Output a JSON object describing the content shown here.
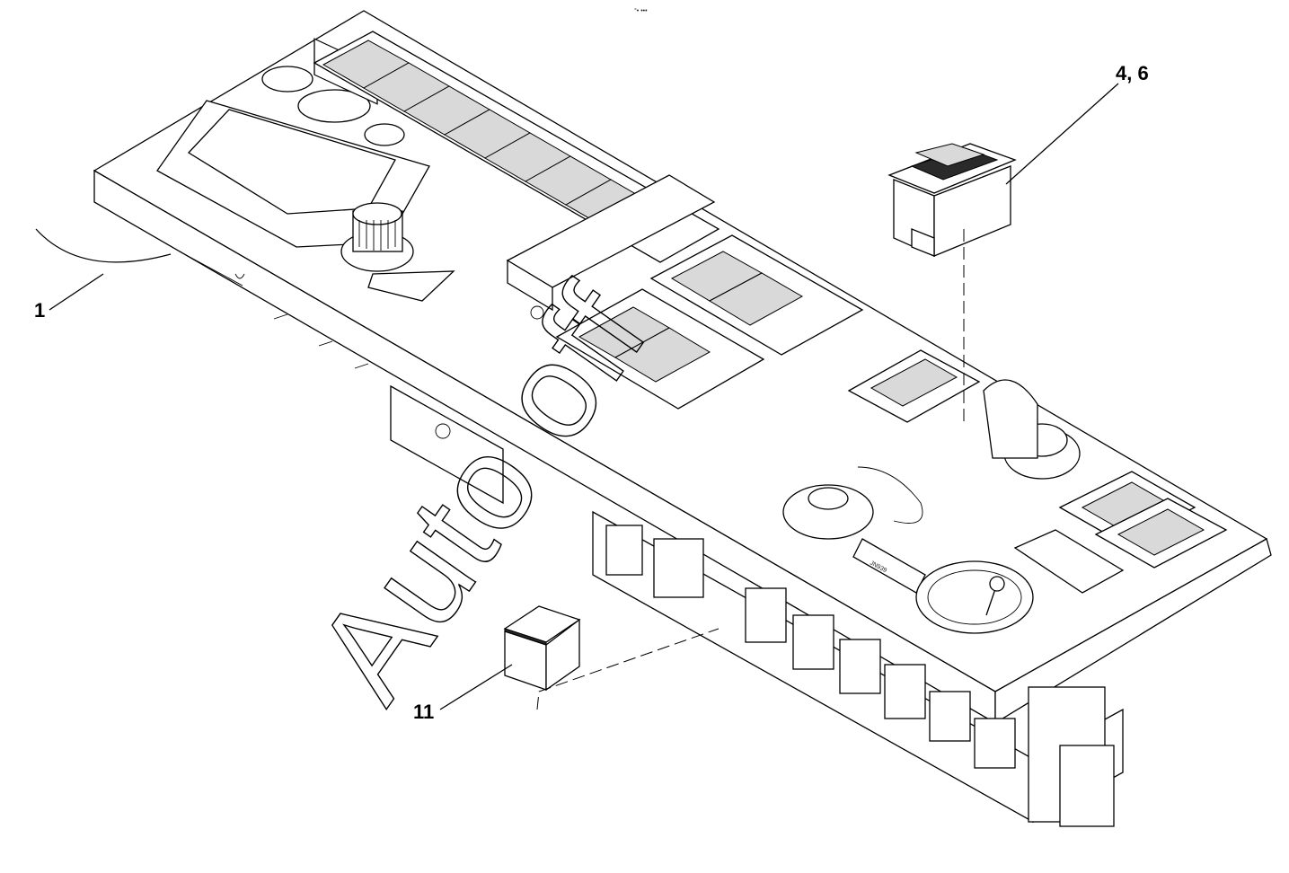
{
  "callouts": {
    "part_1": "1",
    "part_4_6": "4, 6",
    "part_11": "11"
  },
  "watermark": "Auto off",
  "markings": {
    "top_note": "°• •••",
    "dial_label": "JN939"
  },
  "colors": {
    "line": "#000000",
    "background": "#ffffff"
  }
}
